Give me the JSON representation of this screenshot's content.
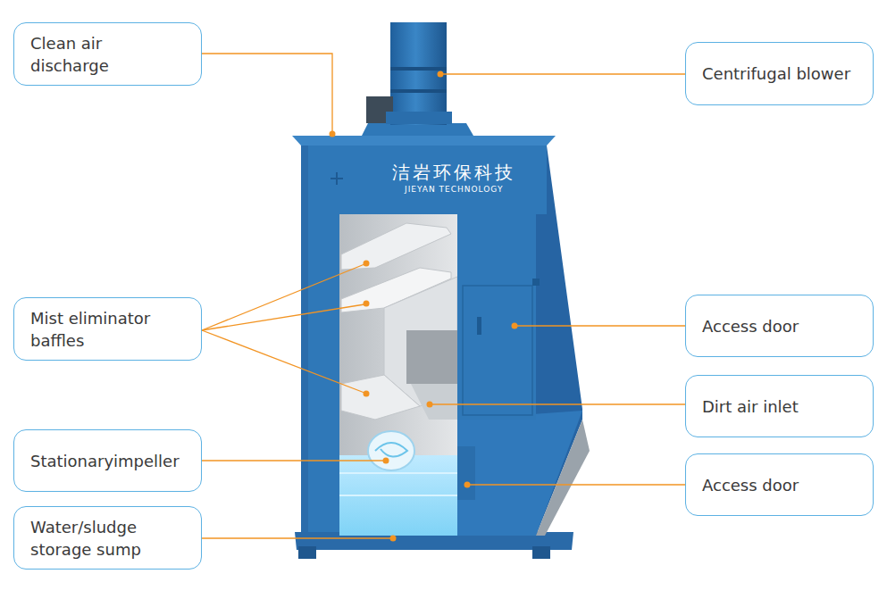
{
  "diagram": {
    "nodes": [
      {
        "text": [
          "Clean air discharge"
        ]
      },
      {
        "text": [
          "Centrifugal blower"
        ]
      },
      {
        "text": [
          "Mist eliminator baffles"
        ]
      },
      {
        "text": [
          "Access door"
        ]
      },
      {
        "text": [
          "Dirt air inlet"
        ]
      },
      {
        "text": [
          "Stationaryimpeller"
        ]
      },
      {
        "text": [
          "Access door"
        ]
      },
      {
        "text": [
          "Water/sludge storage sump"
        ]
      }
    ],
    "labels": [
      "洁岩环保科技",
      "JIEYAN TECHNOLOGY"
    ]
  }
}
